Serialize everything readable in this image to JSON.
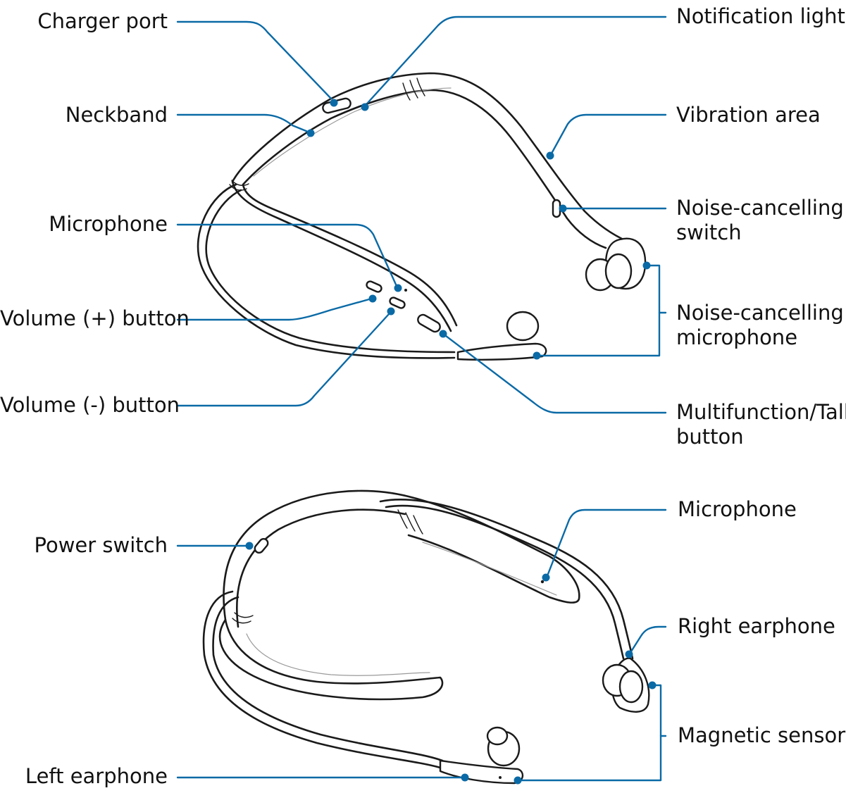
{
  "colors": {
    "leader": "#0a6aa6",
    "outline": "#1a1a1a"
  },
  "top_diagram": {
    "labels": {
      "charger_port": "Charger port",
      "notification_light": "Notification light",
      "neckband": "Neckband",
      "vibration_area": "Vibration area",
      "noise_cancelling_switch": [
        "Noise-cancelling",
        "switch"
      ],
      "microphone": "Microphone",
      "noise_cancelling_microphone": [
        "Noise-cancelling",
        "microphone"
      ],
      "volume_plus_button": "Volume (+) button",
      "volume_minus_button": "Volume (-) button",
      "multifunction_talk_button": [
        "Multifunction/Talk",
        "button"
      ]
    }
  },
  "bottom_diagram": {
    "labels": {
      "power_switch": "Power switch",
      "microphone": "Microphone",
      "right_earphone": "Right earphone",
      "magnetic_sensor": "Magnetic sensor",
      "left_earphone": "Left earphone"
    }
  }
}
